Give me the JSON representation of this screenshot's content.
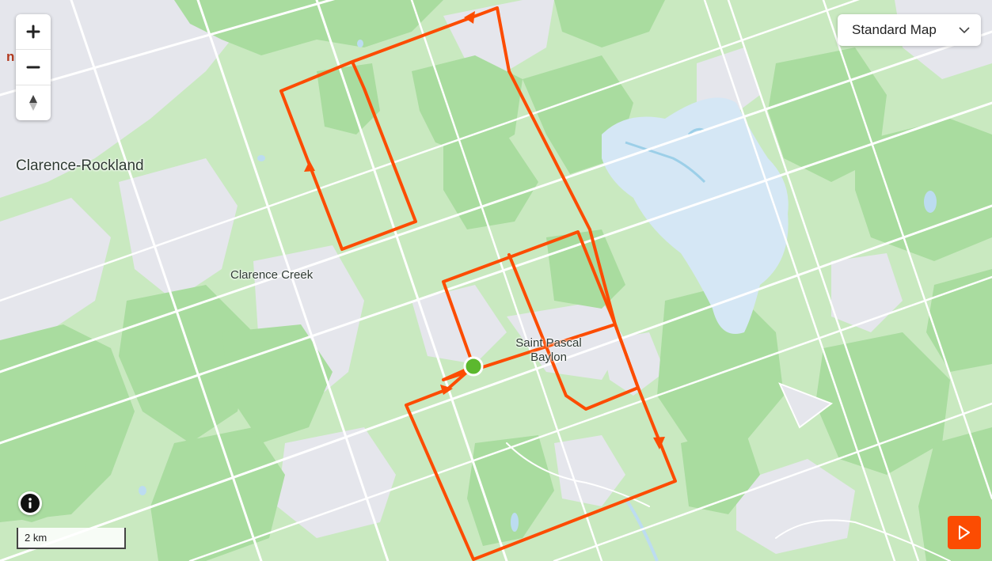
{
  "map": {
    "style": "Standard Map",
    "places": {
      "clarence_rockland": "Clarence-Rockland",
      "clarence_creek": "Clarence Creek",
      "saint_pascal_line1": "Saint Pascal",
      "saint_pascal_line2": "Baylon"
    },
    "edge_glyph": "n",
    "colors": {
      "route": "#fc4c02",
      "start_marker": "#5cb82e",
      "forest": "#a9dc9f",
      "farmland": "#c9e9c0",
      "urban": "#e5e6ec",
      "water": "#d5e7f5",
      "road": "#ffffff"
    }
  },
  "controls": {
    "zoom_in_icon": "plus-icon",
    "zoom_out_icon": "minus-icon",
    "compass_icon": "compass-icon",
    "dropdown_icon": "chevron-down-icon",
    "info_icon": "info-icon",
    "play_icon": "play-icon"
  },
  "scale": {
    "label": "2 km"
  }
}
